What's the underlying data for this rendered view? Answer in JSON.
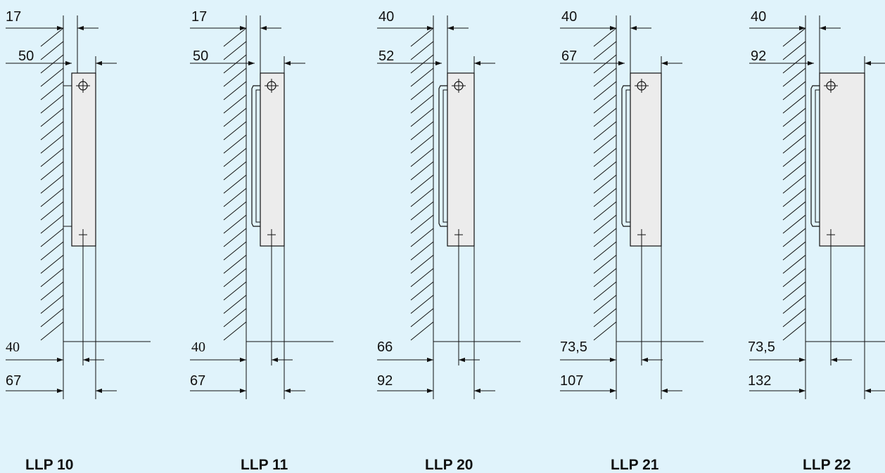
{
  "diagrams": [
    {
      "model": "LLP 10",
      "top_dims": [
        "17",
        "50"
      ],
      "bottom_dims": [
        "40",
        "67"
      ],
      "panels": 1,
      "convectors": 0
    },
    {
      "model": "LLP 11",
      "top_dims": [
        "17",
        "50"
      ],
      "bottom_dims": [
        "40",
        "67"
      ],
      "panels": 1,
      "convectors": 1
    },
    {
      "model": "LLP 20",
      "top_dims": [
        "40",
        "52"
      ],
      "bottom_dims": [
        "66",
        "92"
      ],
      "panels": 2,
      "convectors": 0
    },
    {
      "model": "LLP 21",
      "top_dims": [
        "40",
        "67"
      ],
      "bottom_dims": [
        "73,5",
        "107"
      ],
      "panels": 2,
      "convectors": 1
    },
    {
      "model": "LLP 22",
      "top_dims": [
        "40",
        "92"
      ],
      "bottom_dims": [
        "73,5",
        "132"
      ],
      "panels": 2,
      "convectors": 2
    }
  ],
  "colors": {
    "background": "#e0f3fb",
    "line": "#111111",
    "panel_fill": "#ececec"
  }
}
